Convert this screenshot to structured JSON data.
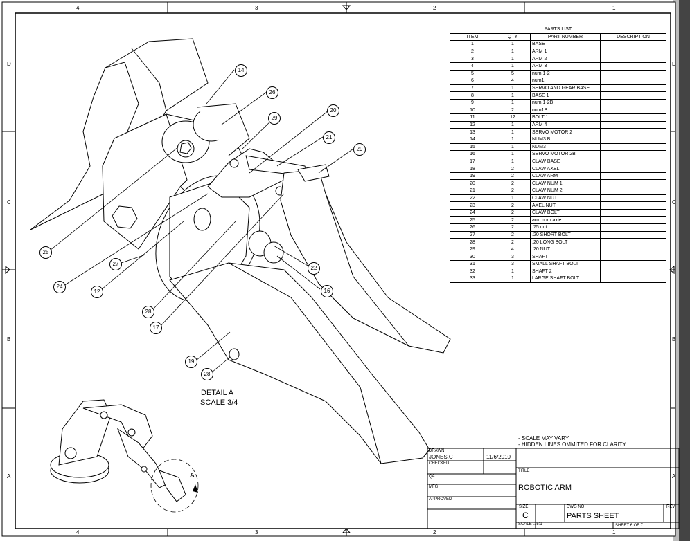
{
  "zones": {
    "cols": [
      "4",
      "3",
      "2",
      "1"
    ],
    "rows": [
      "D",
      "C",
      "B",
      "A"
    ]
  },
  "parts_list": {
    "title": "PARTS LIST",
    "headers": [
      "ITEM",
      "QTY",
      "PART NUMBER",
      "DESCRIPTION"
    ],
    "rows": [
      [
        "1",
        "1",
        "BASE",
        ""
      ],
      [
        "2",
        "1",
        "ARM 1",
        ""
      ],
      [
        "3",
        "1",
        "ARM 2",
        ""
      ],
      [
        "4",
        "1",
        "ARM 3",
        ""
      ],
      [
        "5",
        "5",
        "num 1-2",
        ""
      ],
      [
        "6",
        "4",
        "num1",
        ""
      ],
      [
        "7",
        "1",
        "SERVO AND GEAR BASE",
        ""
      ],
      [
        "8",
        "1",
        "BASE 1",
        ""
      ],
      [
        "9",
        "1",
        "num 1-2B",
        ""
      ],
      [
        "10",
        "2",
        "num1B",
        ""
      ],
      [
        "11",
        "12",
        "BOLT 1",
        ""
      ],
      [
        "12",
        "1",
        "ARM 4",
        ""
      ],
      [
        "13",
        "1",
        "SERVO MOTOR 2",
        ""
      ],
      [
        "14",
        "1",
        "NUM3 B",
        ""
      ],
      [
        "15",
        "1",
        "NUM3",
        ""
      ],
      [
        "16",
        "1",
        "SERVO MOTOR 2B",
        ""
      ],
      [
        "17",
        "1",
        "CLAW BASE",
        ""
      ],
      [
        "18",
        "2",
        "CLAW AXEL",
        ""
      ],
      [
        "19",
        "2",
        "CLAW ARM",
        ""
      ],
      [
        "20",
        "2",
        "CLAW NUM 1",
        ""
      ],
      [
        "21",
        "2",
        "CLAW NUM 2",
        ""
      ],
      [
        "22",
        "1",
        "CLAW NUT",
        ""
      ],
      [
        "23",
        "2",
        "AXEL NUT",
        ""
      ],
      [
        "24",
        "2",
        "CLAW BOLT",
        ""
      ],
      [
        "25",
        "2",
        "arm num axle",
        ""
      ],
      [
        "26",
        "2",
        ".75 nut",
        ""
      ],
      [
        "27",
        "2",
        ".20 SHORT BOLT",
        ""
      ],
      [
        "28",
        "2",
        ".20 LONG BOLT",
        ""
      ],
      [
        "29",
        "4",
        ".20 NUT",
        ""
      ],
      [
        "30",
        "3",
        "SHAFT",
        ""
      ],
      [
        "31",
        "3",
        "SMALL SHAFT BOLT",
        ""
      ],
      [
        "32",
        "1",
        "SHAFT 2",
        ""
      ],
      [
        "33",
        "1",
        "LARGE SHAFT BOLT",
        ""
      ]
    ]
  },
  "balloons": [
    "14",
    "26",
    "29",
    "20",
    "21",
    "29",
    "25",
    "27",
    "24",
    "12",
    "28",
    "17",
    "22",
    "16",
    "19",
    "28"
  ],
  "detail": {
    "name": "DETAIL  A",
    "scale": "SCALE 3/4",
    "callout": "A"
  },
  "notes": [
    "- SCALE MAY VARY",
    "- HIDDEN LINES OMMITED FOR CLARITY"
  ],
  "title_block": {
    "drawn_label": "DRAWN",
    "drawn_by": "JONES,C",
    "drawn_date": "11/6/2010",
    "checked_label": "CHECKED",
    "qa_label": "QA",
    "mfg_label": "MFG",
    "approved_label": "APPROVED",
    "title_label": "TITLE",
    "title": "ROBOTIC ARM",
    "size_label": "SIZE",
    "size": "C",
    "dwg_no_label": "DWG NO",
    "dwg_no": "PARTS SHEET",
    "rev_label": "REV",
    "scale": "SCALE .15:1",
    "sheet": "SHEET 6  OF 7"
  }
}
